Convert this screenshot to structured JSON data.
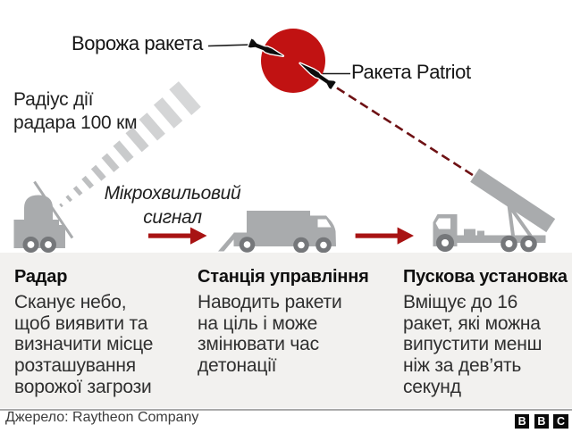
{
  "callouts": {
    "enemy_missile_label": "Ворожа ракета",
    "patriot_missile_label": "Ракета Patriot"
  },
  "radar_range": {
    "line1": "Радіус дії",
    "line2": "радара 100 км"
  },
  "microwave_signal": {
    "line1": "Мікрохвильовий",
    "line2": "сигнал"
  },
  "columns": [
    {
      "heading": "Радар",
      "lines": [
        "Сканує небо,",
        "щоб виявити та",
        "визначити місце",
        "розташування",
        "ворожої загрози"
      ]
    },
    {
      "heading": "Станція управління",
      "lines": [
        "Наводить ракети",
        "на ціль і може",
        "змінювати час",
        "детонації"
      ]
    },
    {
      "heading": "Пускова установка",
      "lines": [
        "Вміщує до 16",
        "ракет, які можна",
        "випустити менш",
        "ніж за дев’ять",
        "секунд"
      ]
    }
  ],
  "footer": {
    "source": "Джерело: Raytheon Company",
    "logo": [
      "B",
      "B",
      "C"
    ]
  },
  "icons": {
    "explosion-circle": "filled red circle",
    "enemy-missile-icon": "black missile silhouette",
    "patriot-missile-icon": "black missile silhouette",
    "radar-truck-icon": "gray radar vehicle silhouette",
    "radar-beam-icon": "segmented gray beam",
    "control-truck-icon": "gray box truck silhouette",
    "launcher-truck-icon": "gray launcher vehicle silhouette",
    "arrow-right-icon": "red right arrow"
  },
  "colors": {
    "circle_red": "#c11212",
    "arrow_red": "#a81313",
    "dash_red": "#6e1114",
    "truck_gray": "#a9abad",
    "wheel_gray": "#75777a",
    "panel_bg": "#f2f1ef",
    "text_dark": "#161616"
  }
}
